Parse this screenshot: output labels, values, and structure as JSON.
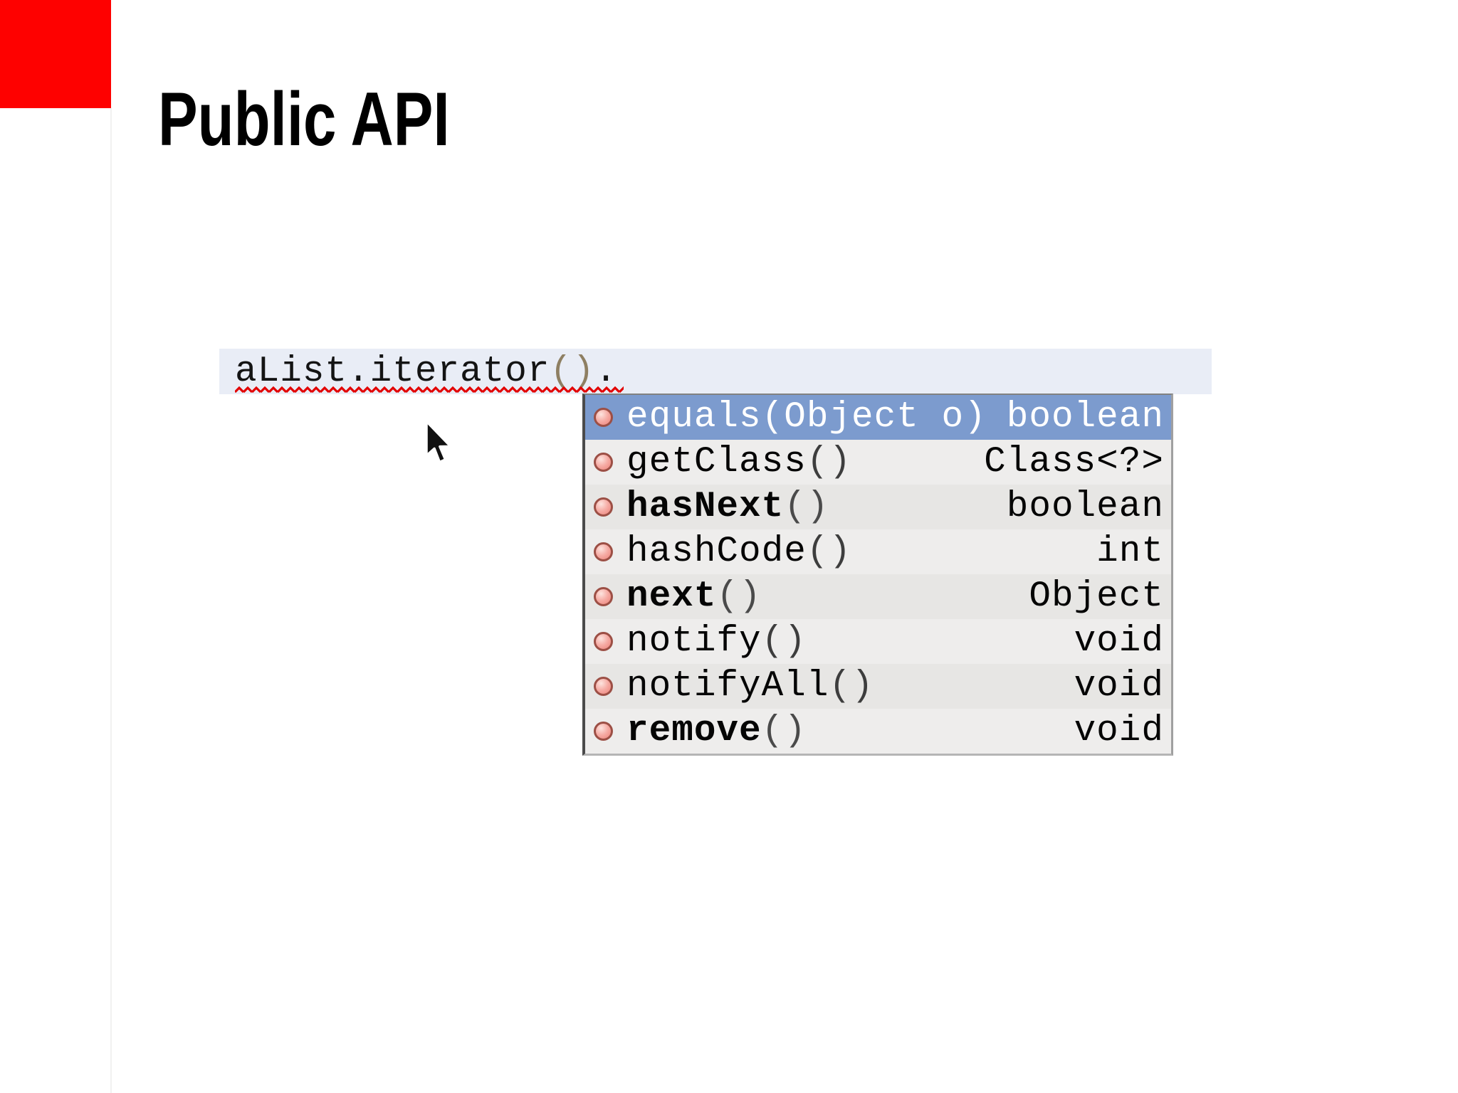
{
  "slide": {
    "title": "Public API"
  },
  "editor": {
    "code": {
      "base": "aList.iterator",
      "parens": "()",
      "trailing_dot": ".",
      "error_underline": "red-squiggle"
    }
  },
  "autocomplete": {
    "items": [
      {
        "name": "equals",
        "params": "(Object o)",
        "type": "boolean",
        "bold": false,
        "selected": true
      },
      {
        "name": "getClass",
        "params": "()",
        "type": "Class<?>",
        "bold": false,
        "selected": false
      },
      {
        "name": "hasNext",
        "params": "()",
        "type": "boolean",
        "bold": true,
        "selected": false
      },
      {
        "name": "hashCode",
        "params": "()",
        "type": "int",
        "bold": false,
        "selected": false
      },
      {
        "name": "next",
        "params": "()",
        "type": "Object",
        "bold": true,
        "selected": false
      },
      {
        "name": "notify",
        "params": "()",
        "type": "void",
        "bold": false,
        "selected": false
      },
      {
        "name": "notifyAll",
        "params": "()",
        "type": "void",
        "bold": false,
        "selected": false
      },
      {
        "name": "remove",
        "params": "()",
        "type": "void",
        "bold": true,
        "selected": false
      }
    ],
    "icon": "public-method-icon"
  },
  "colors": {
    "accent_red": "#fe0100",
    "selection_blue": "#7c9bce",
    "editor_background": "#e9edf6",
    "squiggle_red": "#e20000",
    "method_icon_fill": "#f6aca5",
    "method_icon_border": "#9c4f45",
    "row_light": "#eeedec",
    "row_dark": "#e7e6e4"
  }
}
